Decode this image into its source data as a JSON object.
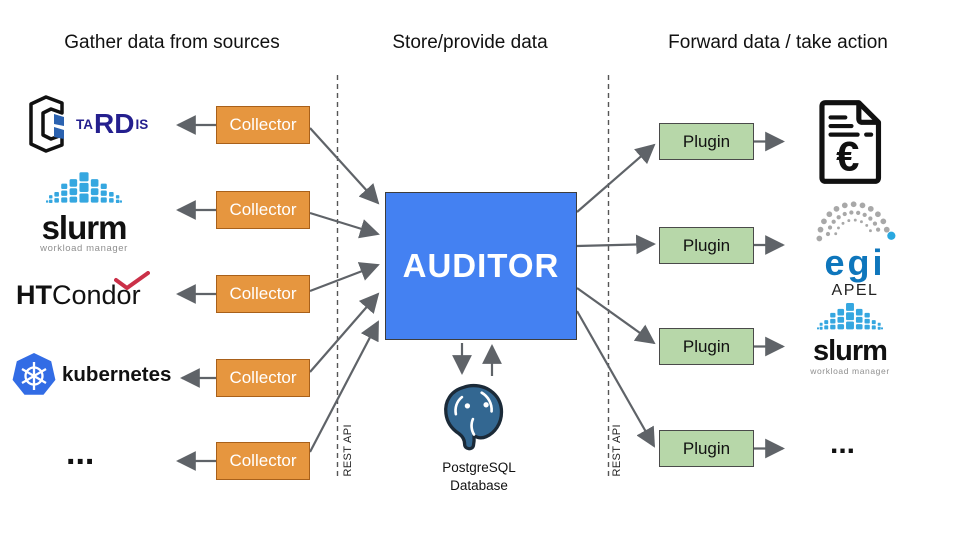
{
  "headers": {
    "gather": "Gather data from sources",
    "store": "Store/provide data",
    "forward": "Forward data / take action"
  },
  "auditor": {
    "label": "AUDITOR"
  },
  "rest_api": {
    "left": "REST API",
    "right": "REST API"
  },
  "collectors": [
    "Collector",
    "Collector",
    "Collector",
    "Collector",
    "Collector"
  ],
  "plugins": [
    "Plugin",
    "Plugin",
    "Plugin",
    "Plugin"
  ],
  "database": {
    "name": "PostgreSQL",
    "type": "Database"
  },
  "sources": {
    "tardis": {
      "ta": "TA",
      "rd": "RD",
      "is": "IS"
    },
    "slurm": {
      "wordmark": "slurm",
      "tagline": "workload manager"
    },
    "htcondor": {
      "ht": "HT",
      "condor": "Condor"
    },
    "kubernetes": {
      "label": "kubernetes"
    },
    "more": "..."
  },
  "destinations": {
    "invoice": {
      "currency": "€"
    },
    "egi": {
      "wordmark": "egi",
      "sub": "APEL"
    },
    "slurm": {
      "wordmark": "slurm",
      "tagline": "workload manager"
    },
    "more": "..."
  },
  "colors": {
    "auditor_fill": "#4481f2",
    "collector_fill": "#e6963f",
    "collector_border": "#a8601a",
    "plugin_fill": "#b7d7a9",
    "arrow": "#5f6368",
    "slurm_blue": "#35a7e0",
    "kubernetes_blue": "#326ce5",
    "egi_blue": "#0e76bc",
    "postgres_blue": "#336791",
    "tardis_navy": "#241f8e",
    "htcondor_red": "#cb3048"
  }
}
